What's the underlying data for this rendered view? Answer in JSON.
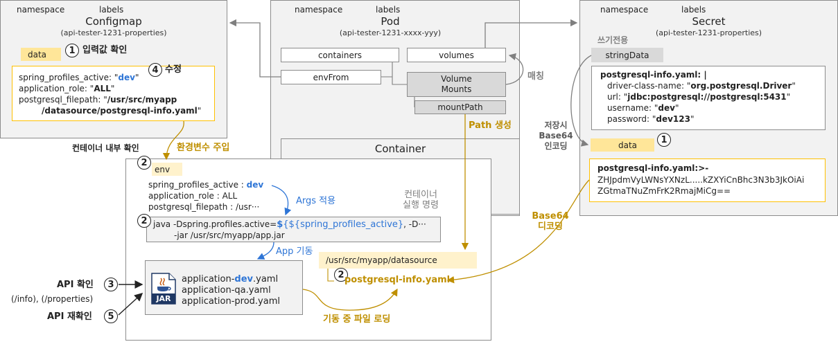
{
  "configmap": {
    "namespace": "namespace",
    "labels": "labels",
    "title": "Configmap",
    "name": "(api-tester-1231-properties)",
    "data_label": "data",
    "step1": "입력값 확인",
    "step4": "수정",
    "line1_key": "spring_profiles_active: \"",
    "line1_val": "dev",
    "line1_end": "\"",
    "line2_key": "application_role: \"",
    "line2_val": "ALL",
    "line2_end": "\"",
    "line3_key": "postgresql_filepath: \"",
    "line3_val": "/usr/src/myapp",
    "line4_val": "/datasource/postgresql-info.yaml",
    "line4_end": "\""
  },
  "pod": {
    "namespace": "namespace",
    "labels": "labels",
    "title": "Pod",
    "name": "(api-tester-1231-xxxx-yyy)",
    "containers": "containers",
    "volumes": "volumes",
    "envFrom": "envFrom",
    "volume_mounts_1": "Volume",
    "volume_mounts_2": "Mounts",
    "mountPath": "mountPath",
    "matching": "매칭",
    "path_create": "Path 생성"
  },
  "secret": {
    "namespace": "namespace",
    "labels": "labels",
    "title": "Secret",
    "name": "(api-tester-1231-properties)",
    "write_only": "쓰기전용",
    "stringData": "stringData",
    "sd_line1": "postgresql-info.yaml: |",
    "sd_line2_key": "driver-class-name: \"",
    "sd_line2_val": "org.postgresql.Driver",
    "sd_line3_key": "url: \"",
    "sd_line3_val": "jdbc:postgresql://postgresql:5431",
    "sd_line4_key": "username: \"",
    "sd_line4_val": "dev",
    "sd_line5_key": "password: \"",
    "sd_line5_val": "dev123",
    "quote": "\"",
    "encode_1": "저장시",
    "encode_2": "Base64",
    "encode_3": "인코딩",
    "data_label": "data",
    "d_line1": "postgresql-info.yaml:>-",
    "d_line2": "ZHJpdmVyLWNsYXNzL.....kZXYiCnBhc3N3b3JkOiAi",
    "d_line3": "ZGtmaTNuZmFrK2RmajMiCg==",
    "decode_1": "Base64",
    "decode_2": "디코딩"
  },
  "container": {
    "title": "Container",
    "check_inside": "컨테이너 내부 확인",
    "env_inject": "환경변수 주입",
    "env_label": "env",
    "env1_key": "spring_profiles_active : ",
    "env1_val": "dev",
    "env2": "application_role : ALL",
    "env3": "postgresql_filepath : /usr···",
    "args_apply": "Args 적용",
    "run_cmd_1": "컨테이너",
    "run_cmd_2": "실행 명령",
    "cmd1_pre": "java -Dspring.profiles.active=",
    "cmd1_var": "${spring_profiles_active}",
    "cmd1_post": ", -D···",
    "cmd2": "-jar /usr/src/myapp/app.jar",
    "app_start": "App 기동",
    "datasource_path": "/usr/src/myapp/datasource",
    "pg_file": "postgresql-info.yaml",
    "jar_label": "JAR",
    "app1_pre": "application-",
    "app1_val": "dev",
    "app1_post": ".yaml",
    "app2": "application-qa.yaml",
    "app3": "application-prod.yaml",
    "file_loading": "기동 중 파일 로딩"
  },
  "left": {
    "api_check": "API 확인",
    "api_paths": "(/info), (/properties)",
    "api_recheck": "API 재확인"
  },
  "steps": {
    "s1": "1",
    "s2": "2",
    "s3": "3",
    "s4": "4",
    "s5": "5"
  },
  "colors": {
    "blue": "#2e75d6",
    "gold": "#bf8f00",
    "yellow": "#ffe699",
    "panel": "#f2f2f2",
    "box_gray": "#d9d9d9"
  }
}
